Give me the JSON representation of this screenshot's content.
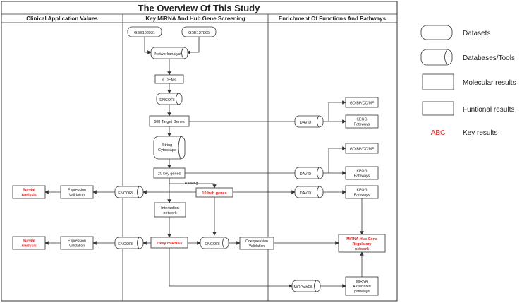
{
  "title": "The Overview Of This Study",
  "columns": {
    "clinical": "Clinical Application Values",
    "screening": "Key MiRNA And Hub Gene Screening",
    "enrichment": "Enrichment Of Functions And Pathways"
  },
  "nodes": {
    "gse1": "GSE103931",
    "gse2": "GSE137865",
    "networkanalyst": "Networkanalyst",
    "deg": "6 DEMs",
    "encori_top": "ENCORI",
    "targets": "608 Target Genes",
    "string": [
      "String",
      "Cytoscape"
    ],
    "keygenes": "20 key genes",
    "ranking": "Ranking",
    "hubgenes": "10 hub genes",
    "interaction": [
      "Interaction",
      "network"
    ],
    "keymirnas": "2 key miRNAs",
    "encori_mid": "ENCORI",
    "coexp": [
      "Coexpression",
      "Validation"
    ],
    "encori_left1": "ENCORI",
    "encori_left2": "ENCORI",
    "expr1": [
      "Expression",
      "Validation"
    ],
    "expr2": [
      "Expression",
      "Validation"
    ],
    "surv1": [
      "Survial",
      "Analysis"
    ],
    "surv2": [
      "Survial",
      "Analysis"
    ],
    "david1": "DAVID",
    "david2": "DAVID",
    "david3": "DAVID",
    "go1": "GO:BP/CC/MF",
    "kegg1": [
      "KEGG",
      "Pathways"
    ],
    "go2": "GO:BP/CC/MF",
    "kegg2": [
      "KEGG",
      "Pathways"
    ],
    "kegg3": [
      "KEGG",
      "Pathways"
    ],
    "regnet": [
      "MiRNA-Hub-Gene",
      "Regulatory",
      "network"
    ],
    "mirpath": "MiRPathDB",
    "mirna_path": [
      "MiRNA",
      "Associated",
      "pathways"
    ]
  },
  "legend": {
    "datasets": "Datasets",
    "databases": "Databases/Tools",
    "molecular": "Molecular results",
    "functional": "Funtional results",
    "key_sample": "ABC",
    "key": "Key results"
  },
  "colors": {
    "key": "#e02020",
    "line": "#333333"
  }
}
